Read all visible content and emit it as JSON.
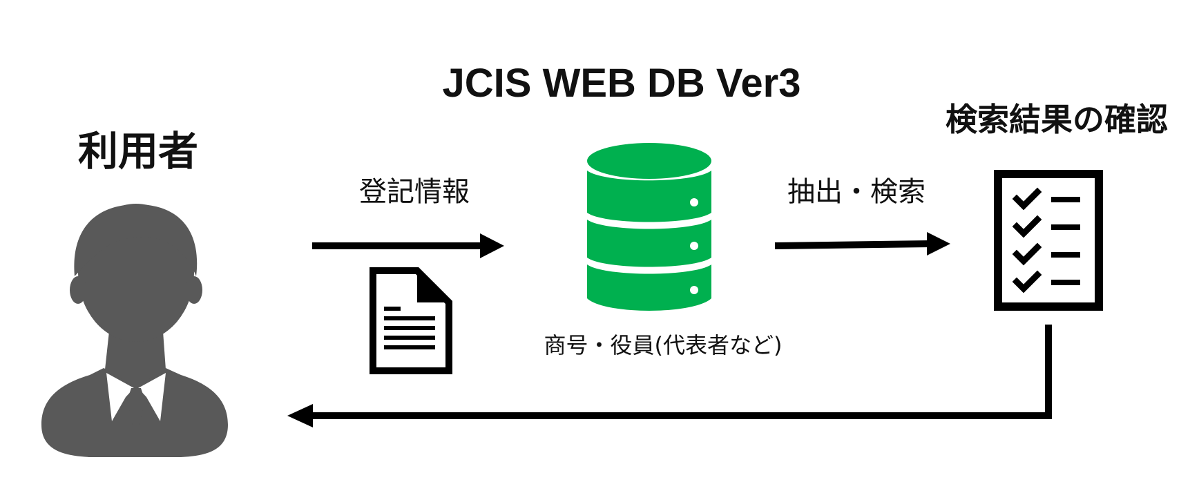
{
  "title": "JCIS WEB DB Ver3",
  "user": {
    "label": "利用者"
  },
  "flow": {
    "input_label": "登記情報",
    "search_label": "抽出・検索"
  },
  "database": {
    "caption": "商号・役員(代表者など)",
    "color": "#00b04f"
  },
  "result": {
    "label": "検索結果の確認"
  },
  "icons": {
    "user": "person-icon",
    "document": "document-icon",
    "database": "database-icon",
    "checklist": "checklist-icon"
  },
  "colors": {
    "person": "#595959",
    "stroke": "#000000"
  }
}
